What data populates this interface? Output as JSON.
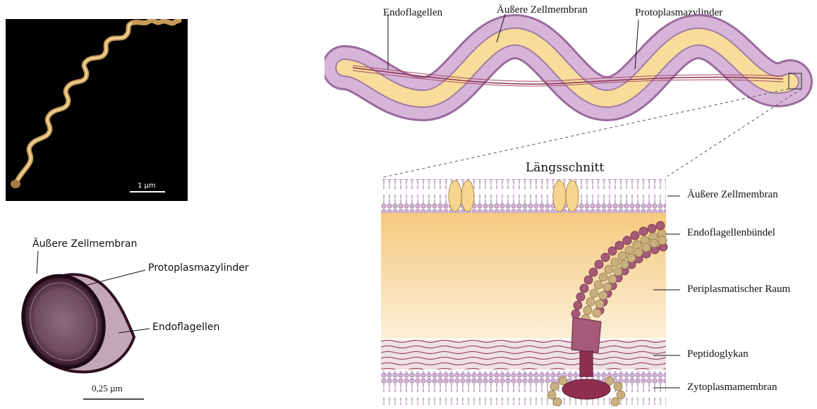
{
  "micrograph_top": {
    "scale_label": "1 µm"
  },
  "micrograph_cross": {
    "labels": {
      "outer_membrane": "Äußere Zellmembran",
      "protoplasm_cylinder": "Protoplasmazylinder",
      "endoflagella": "Endoflagellen"
    },
    "scale_label": "0,25 µm"
  },
  "overview": {
    "labels": {
      "endoflagella": "Endoflagellen",
      "outer_membrane": "Äußere Zellmembran",
      "protoplasm_cylinder": "Protoplasmazylinder"
    }
  },
  "section": {
    "title": "Längsschnitt",
    "labels": {
      "outer_membrane": "Äußere Zellmembran",
      "endoflagella_bundle": "Endoflagellenbündel",
      "periplasmic_space": "Periplasmatischer Raum",
      "peptidoglycan": "Peptidoglykan",
      "cytoplasmic_membrane": "Zytoplasmamembran"
    }
  },
  "colors": {
    "membrane_purple": "#c7a3c9",
    "cytoplasm_yellow": "#f7dc9a",
    "flagella_red": "#8e2f4e",
    "bead_tan": "#c9b07e"
  }
}
